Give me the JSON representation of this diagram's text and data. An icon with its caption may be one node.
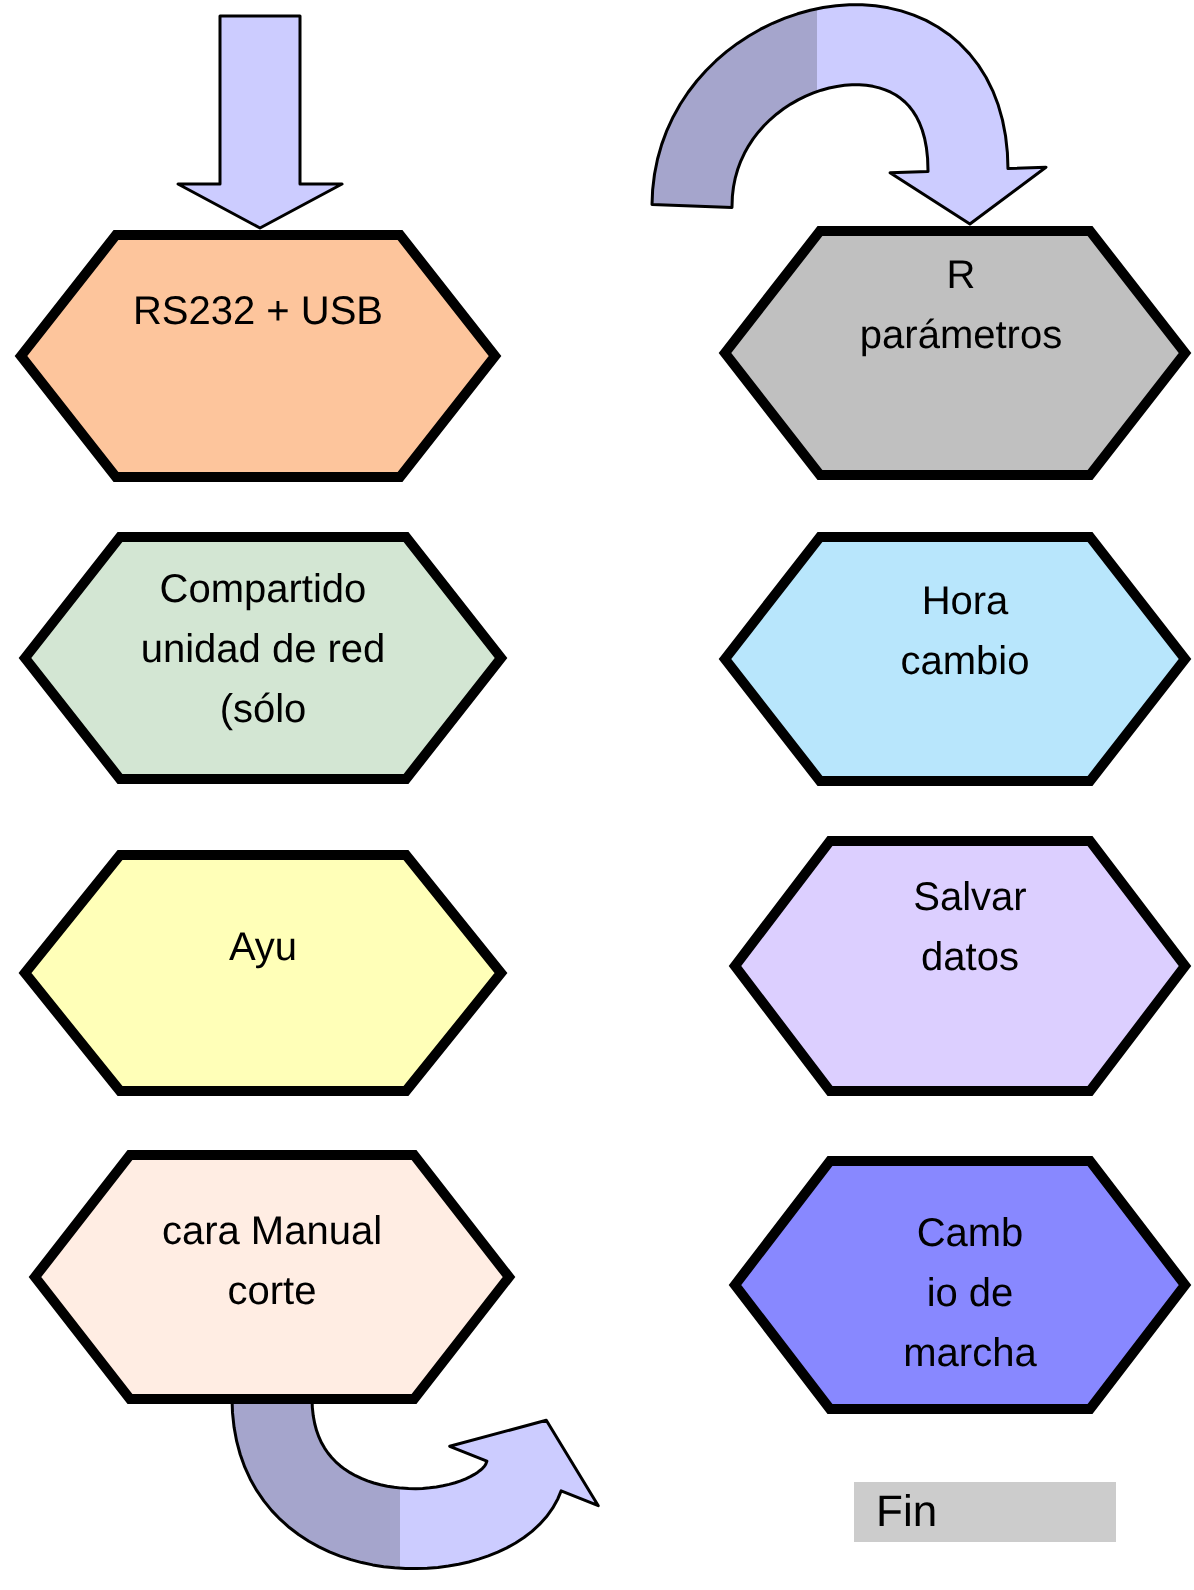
{
  "diagram": {
    "nodes": [
      {
        "text": [
          "RS232 + USB"
        ]
      },
      {
        "text": [
          "Compartido unidad de red (sólo"
        ]
      },
      {
        "text": [
          "Ayu"
        ]
      },
      {
        "text": [
          "cara Manual corte"
        ]
      },
      {
        "text": [
          "R parámetros"
        ]
      },
      {
        "text": [
          "Hora cambio"
        ]
      },
      {
        "text": [
          "Salvar datos"
        ]
      },
      {
        "text": [
          "Camb io de marcha"
        ]
      },
      {
        "text": [
          "Fin"
        ]
      }
    ],
    "edges": [
      {
        "from": null,
        "to": 0,
        "arrow": "to"
      },
      {
        "from": null,
        "to": 4,
        "arrow": "to"
      },
      {
        "from": 3,
        "to": null,
        "arrow": "to"
      }
    ]
  }
}
